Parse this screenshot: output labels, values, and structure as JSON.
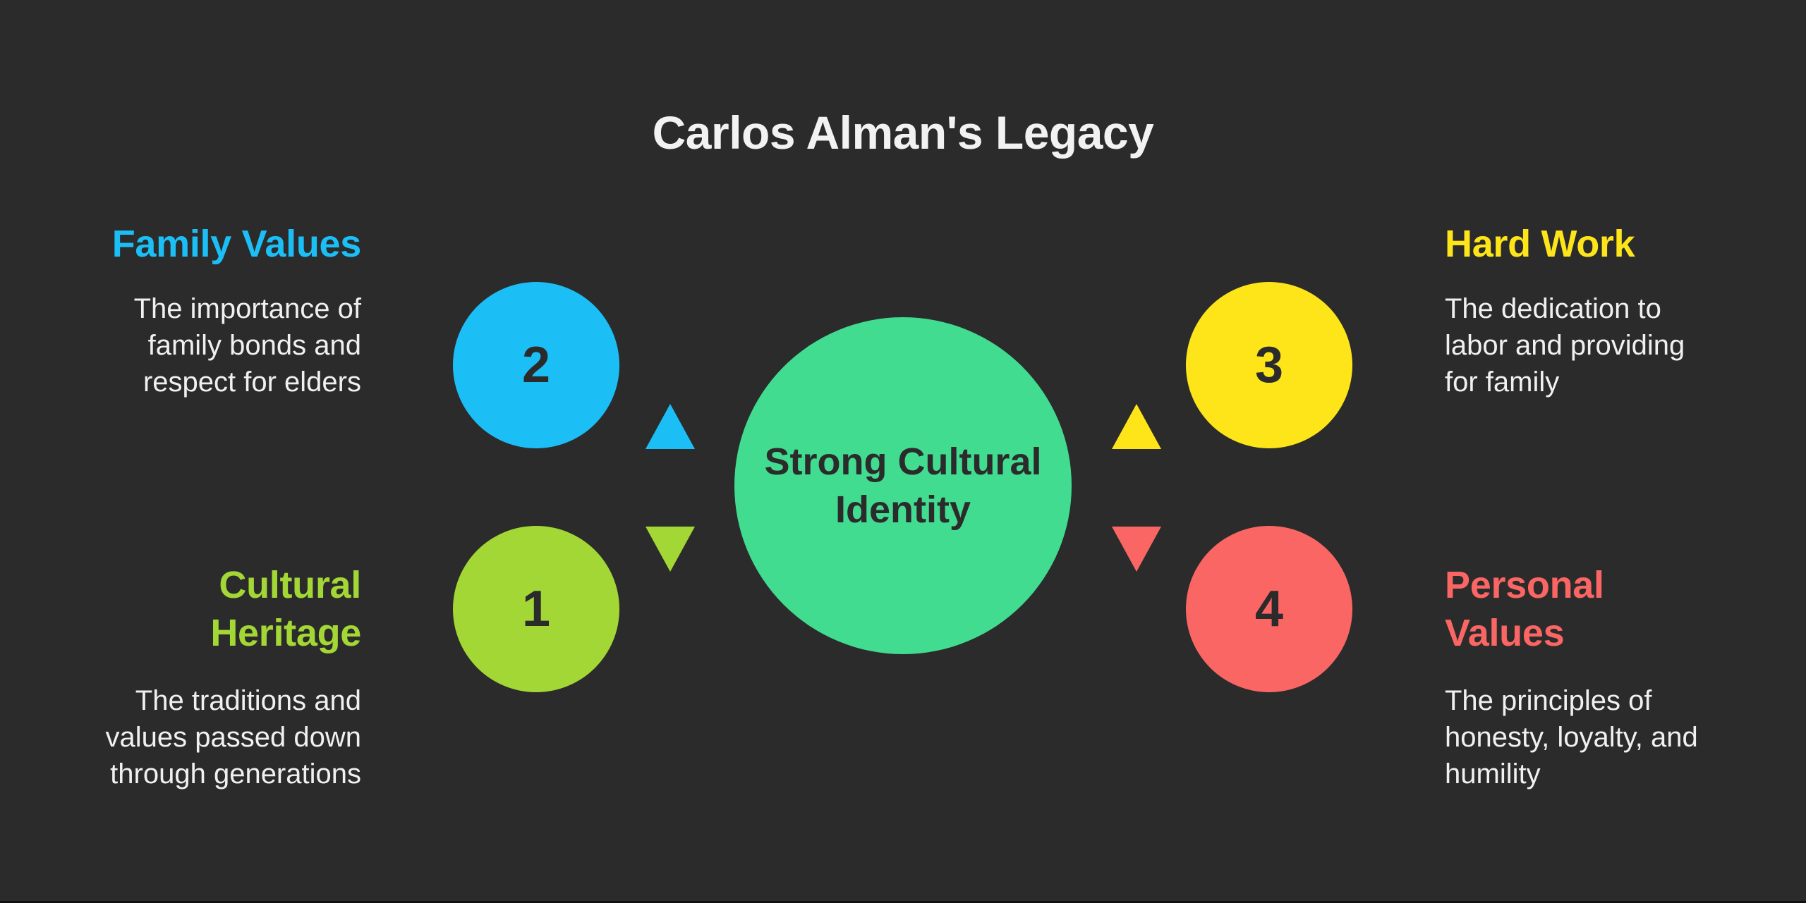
{
  "title": "Carlos Alman's Legacy",
  "center": {
    "line1": "Strong Cultural",
    "line2": "Identity",
    "color": "#42dc91"
  },
  "nodes": [
    {
      "number": "1",
      "heading_line1": "Cultural",
      "heading_line2": "Heritage",
      "description": [
        "The traditions and",
        "values passed down",
        "through generations"
      ],
      "color": "#a3d735",
      "position": "bottom-left"
    },
    {
      "number": "2",
      "heading_line1": "Family Values",
      "description": [
        "The importance of",
        "family bonds and",
        "respect for elders"
      ],
      "color": "#1bbff6",
      "position": "top-left"
    },
    {
      "number": "3",
      "heading_line1": "Hard Work",
      "description": [
        "The dedication to",
        "labor and providing",
        "for family"
      ],
      "color": "#fde51a",
      "position": "top-right"
    },
    {
      "number": "4",
      "heading_line1": "Personal",
      "heading_line2": "Values",
      "description": [
        "The principles of",
        "honesty, loyalty, and",
        "humility"
      ],
      "color": "#fa6664",
      "position": "bottom-right"
    }
  ],
  "colors": {
    "background": "#2b2b2b",
    "title_text": "#f2f2f2",
    "number_text": "#2b2b2b"
  }
}
